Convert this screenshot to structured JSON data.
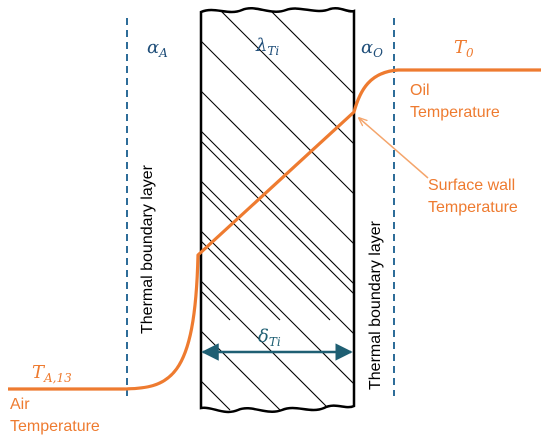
{
  "symbols": {
    "alpha_air": {
      "main": "α",
      "sub": "A"
    },
    "lambda_wall": {
      "main": "λ",
      "sub": "Ti"
    },
    "alpha_oil": {
      "main": "α",
      "sub": "O"
    },
    "oil_temp_symbol": {
      "main": "T",
      "sub": "0"
    },
    "air_temp_symbol": {
      "main": "T",
      "sub": "A,13"
    },
    "thickness": {
      "main": "δ",
      "sub": "Ti"
    }
  },
  "labels": {
    "oil_line1": "Oil",
    "oil_line2": "Temperature",
    "surface_line1": "Surface wall",
    "surface_line2": "Temperature",
    "air_line1": "Air",
    "air_line2": "Temperature",
    "boundary_left": "Thermal boundary layer",
    "boundary_right": "Thermal boundary layer"
  },
  "colors": {
    "temperature_curve": "#ee7b30",
    "symbols": "#1f4e79",
    "boundary_dash": "#2e6d99",
    "dimension_arrow": "#1f5f73",
    "wall_outline": "#000000"
  }
}
